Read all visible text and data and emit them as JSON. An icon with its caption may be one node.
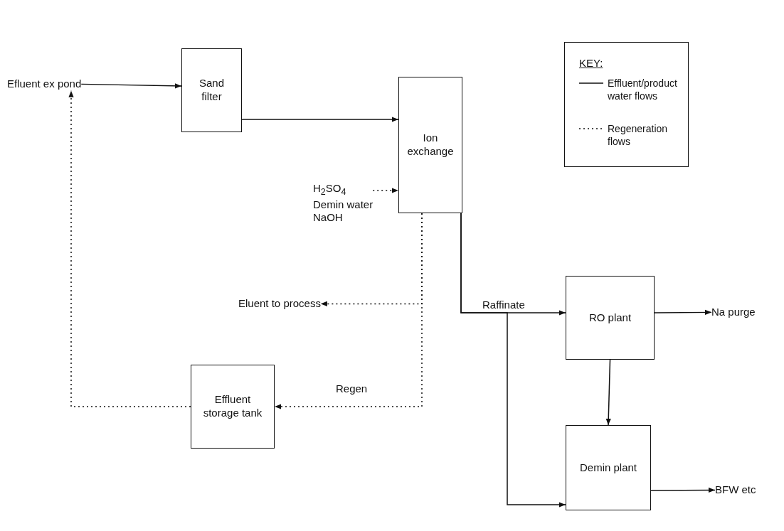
{
  "diagram": {
    "nodes": [
      {
        "text": [
          "Efluent ex pond"
        ]
      },
      {
        "text": [
          "Sand filter"
        ]
      },
      {
        "text": [
          "Ion exchange"
        ]
      },
      {
        "text": [
          "H$_{2}$SO$_{4}$",
          "Demin water",
          "NaOH"
        ]
      },
      {
        "text": [
          "Eluent to process"
        ]
      },
      {
        "text": [
          "Effluent storage tank"
        ]
      },
      {
        "text": [
          "RO plant"
        ]
      },
      {
        "text": [
          "Na purge"
        ]
      },
      {
        "text": [
          "Demin plant"
        ]
      },
      {
        "text": [
          "BFW etc"
        ]
      }
    ],
    "edges": [
      {
        "from": 0,
        "to": 1,
        "arrow": "to"
      },
      {
        "from": 1,
        "to": 2,
        "arrow": "to"
      },
      {
        "from": 3,
        "to": 2,
        "arrow": "to",
        "style": "dashed"
      },
      {
        "from": 2,
        "to": 4,
        "arrow": "to",
        "style": "dashed"
      },
      {
        "from": 2,
        "to": 5,
        "arrow": "to",
        "style": "dashed",
        "label": "Regen"
      },
      {
        "from": 5,
        "to": 0,
        "arrow": "to",
        "style": "dashed"
      },
      {
        "from": 2,
        "to": 6,
        "arrow": "to",
        "label": "Raffinate"
      },
      {
        "from": 2,
        "to": 8,
        "arrow": "to"
      },
      {
        "from": 6,
        "to": 8,
        "arrow": "to"
      },
      {
        "from": 6,
        "to": 7,
        "arrow": "to"
      },
      {
        "from": 8,
        "to": 9,
        "arrow": "to"
      }
    ],
    "labels": [
      "KEY:"
    ],
    "legend": [
      {
        "text": "Effluent/product water flows"
      },
      {
        "text": "Regeneration flows"
      }
    ]
  }
}
